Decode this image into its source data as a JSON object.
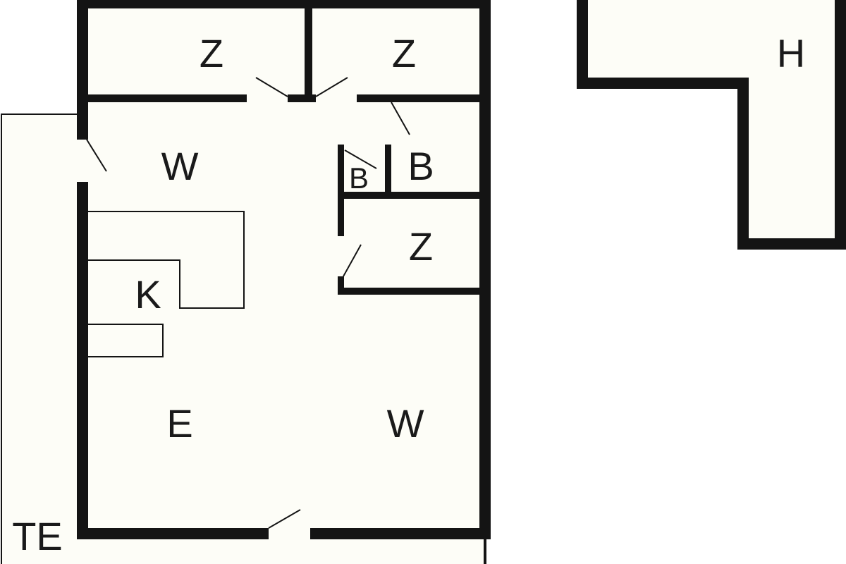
{
  "floor_plan": {
    "rooms": [
      {
        "id": "z1",
        "label": "Z"
      },
      {
        "id": "z2",
        "label": "Z"
      },
      {
        "id": "h",
        "label": "H"
      },
      {
        "id": "w1",
        "label": "W"
      },
      {
        "id": "b1",
        "label": "B"
      },
      {
        "id": "b2",
        "label": "B"
      },
      {
        "id": "z3",
        "label": "Z"
      },
      {
        "id": "k",
        "label": "K"
      },
      {
        "id": "e",
        "label": "E"
      },
      {
        "id": "w2",
        "label": "W"
      },
      {
        "id": "te",
        "label": "TE"
      }
    ],
    "colors": {
      "wall": "#141414",
      "floor": "#fdfdf7",
      "background": "#ffffff"
    }
  }
}
